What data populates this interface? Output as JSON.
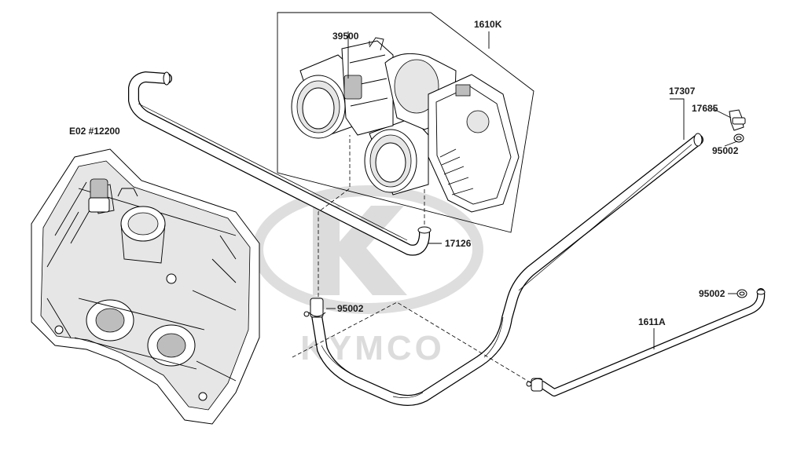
{
  "diagram": {
    "watermark": {
      "brand": "KYMCO"
    },
    "part_labels": {
      "throttle_body": "1610K",
      "sensor": "39500",
      "cylinder_head": "E02 #12200",
      "upper_hose": "17126",
      "clamp_upper": "95002",
      "long_hose": "17307",
      "fitting": "17685",
      "clamp_fitting": "95002",
      "clamp_right": "95002",
      "right_hose": "1611A"
    }
  }
}
